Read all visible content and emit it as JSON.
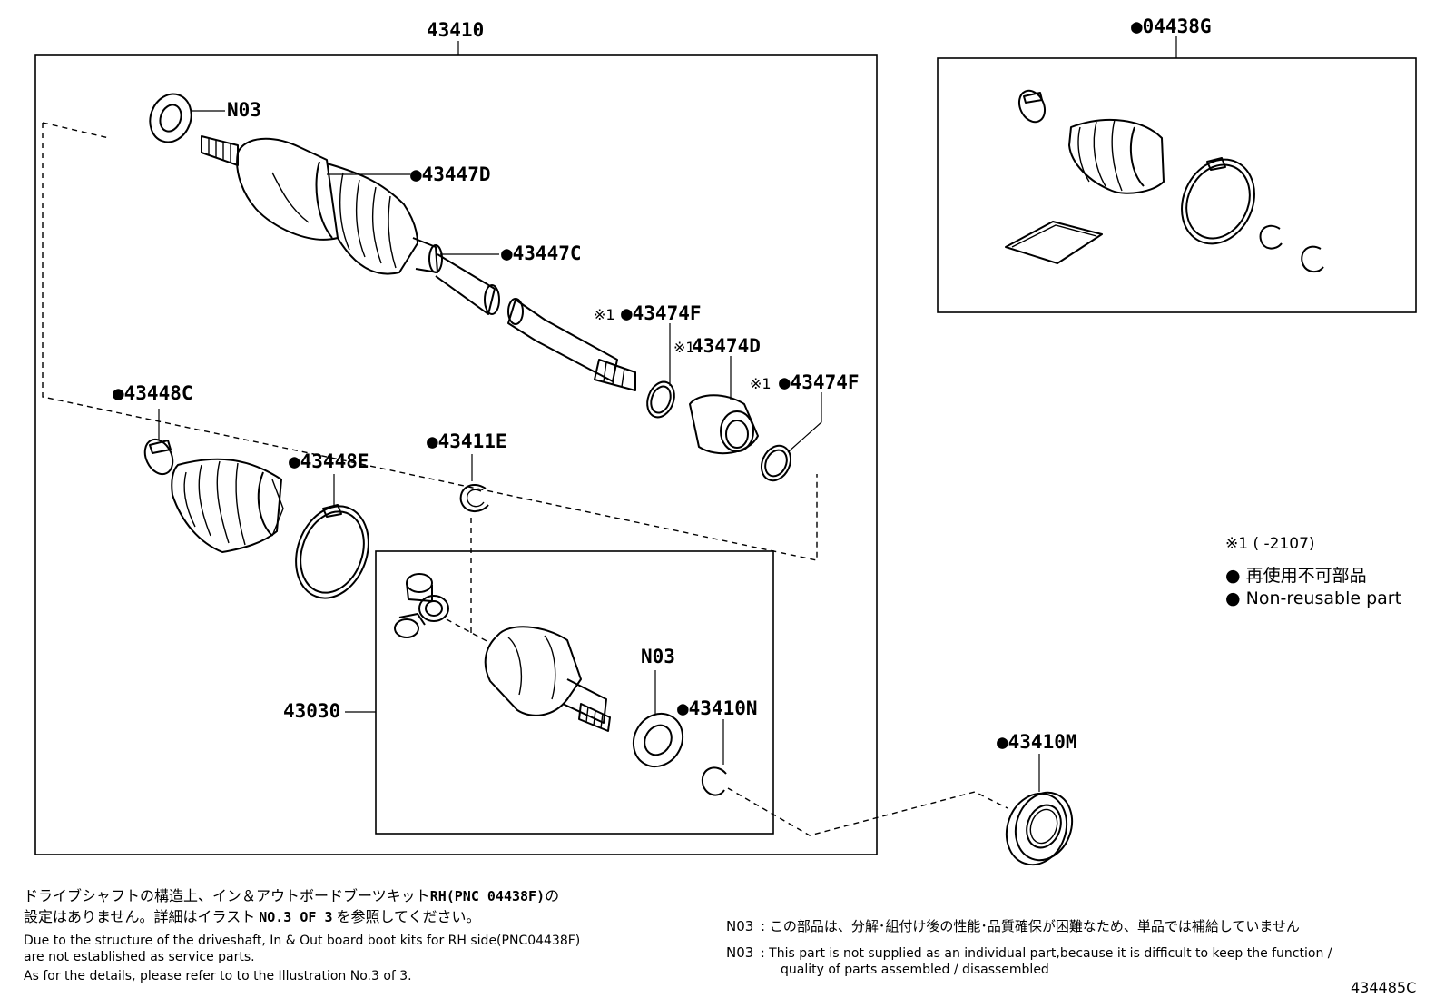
{
  "callouts": {
    "shaft_assy": "43410",
    "kit_box": "●04438G",
    "seal_top": "N03",
    "clamp_big": "●43447D",
    "clamp_small": "●43447C",
    "ring_f1": "●43474F",
    "damper": "43474D",
    "ring_f2": "●43474F",
    "clamp_inner": "●43448C",
    "band_inner": "●43448E",
    "snap_ring": "●43411E",
    "inboard_joint": "43030",
    "seal_bottom": "N03",
    "snap_bottom": "●43410N",
    "bearing": "●43410M",
    "note_mark_1": "※1",
    "note_mark_2": "※1",
    "note_mark_3": "※1"
  },
  "legend": {
    "range": "※1 (      -2107)",
    "jp": "● 再使用不可部品",
    "en": "● Non-reusable part"
  },
  "notes": {
    "jp_line1_a": "ドライブシャフトの構造上、イン＆アウトボードブーツキット",
    "jp_line1_b": "RH(PNC 04438F)",
    "jp_line1_c": "の",
    "jp_line2_a": "設定はありません。詳細はイラスト",
    "jp_line2_b": "NO.3 OF 3",
    "jp_line2_c": "を参照してください。",
    "en_line1": "Due to the structure of the driveshaft, In & Out board  boot kits for RH side(PNC04438F)",
    "en_line2": "are not established as service parts.",
    "en_line3": "As for the details, please refer to to the Illustration No.3 of 3.",
    "n03_jp_key": "N03",
    "n03_jp": ": この部品は、分解･組付け後の性能･品質確保が困難なため、単品では補給していません",
    "n03_en_key": "N03",
    "n03_en_1": ": This part is not supplied as an individual part,because it is difficult to keep the function /",
    "n03_en_2": "quality of parts assembled / disassembled",
    "figure_no": "434485C"
  }
}
